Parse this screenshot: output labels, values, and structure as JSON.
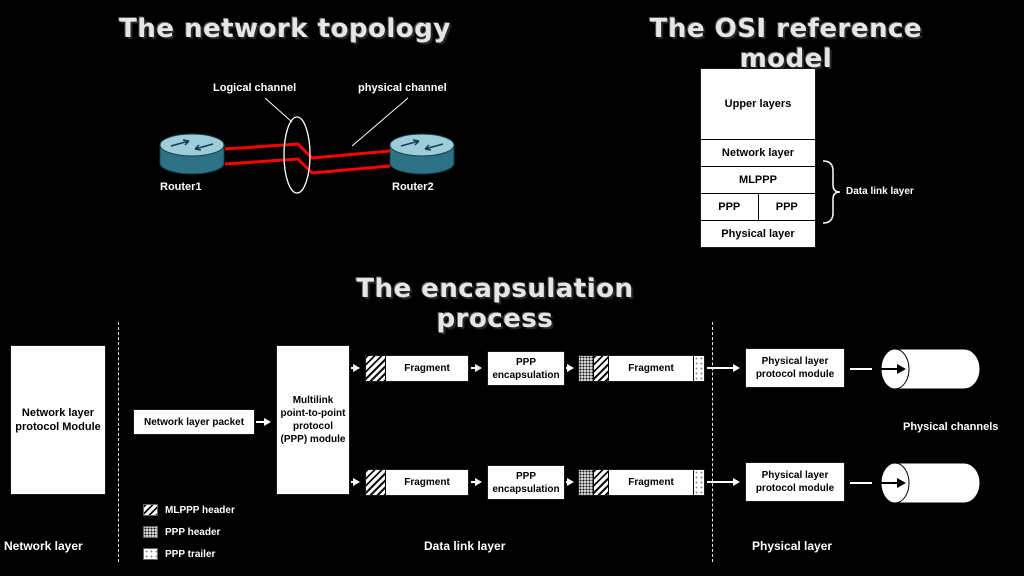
{
  "titles": {
    "topology": "The network topology",
    "osi": "The OSI reference model",
    "encapsulation": "The encapsulation process"
  },
  "topology": {
    "logical_channel": "Logical channel",
    "physical_channel": "physical channel",
    "router1": "Router1",
    "router2": "Router2"
  },
  "osi": {
    "upper": "Upper layers",
    "network": "Network layer",
    "mlppp": "MLPPP",
    "ppp": "PPP",
    "physical": "Physical layer",
    "brace_label": "Data link layer"
  },
  "flow": {
    "network_module": "Network layer protocol Module",
    "network_packet": "Network layer packet",
    "mlppp_module": "Multilink point-to-point protocol (PPP) module",
    "fragment": "Fragment",
    "ppp_encapsulation": "PPP encapsulation",
    "physical_module": "Physical layer protocol module",
    "physical_channels": "Physical channels"
  },
  "legend": [
    {
      "label": "MLPPP header",
      "pattern": "diagonal-hatch"
    },
    {
      "label": "PPP header",
      "pattern": "dense-dots"
    },
    {
      "label": "PPP trailer",
      "pattern": "light-dots"
    }
  ],
  "layer_labels": {
    "network": "Network layer",
    "datalink": "Data link layer",
    "physical": "Physical layer"
  },
  "colors": {
    "background": "#000000",
    "box": "#ffffff",
    "channel_red": "#ff0000",
    "router_body": "#2e7285",
    "router_top": "#9ccdd8",
    "text_on_box": "#000000",
    "text_on_bg": "#ffffff"
  }
}
